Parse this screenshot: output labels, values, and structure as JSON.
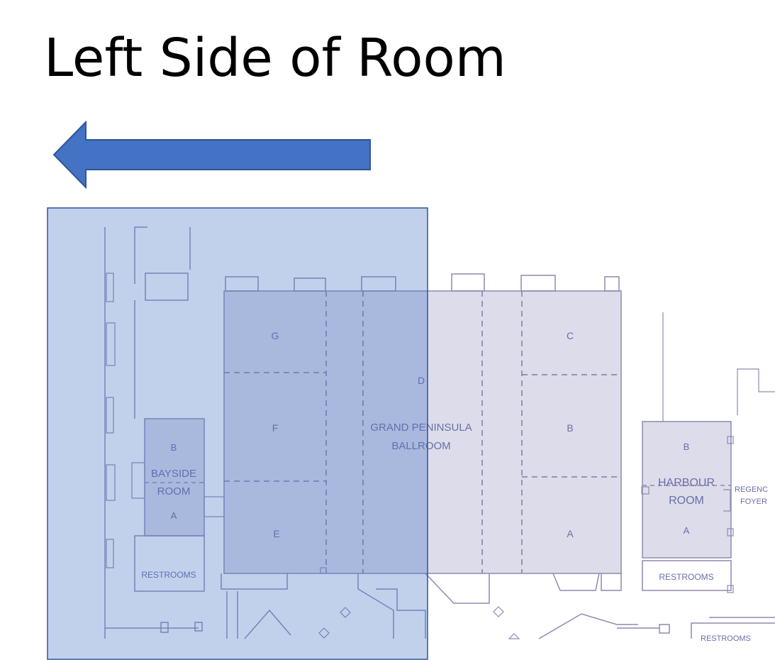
{
  "slide": {
    "title": "Left Side of Room",
    "arrow_color": "#4472c4",
    "highlight_color": "#4472c4",
    "arrow_direction": "left"
  },
  "floor_plan": {
    "ballroom": {
      "name_line1": "GRAND PENINSULA",
      "name_line2": "BALLROOM",
      "sections": {
        "g": "G",
        "f": "F",
        "e": "E",
        "d": "D",
        "c": "C",
        "b": "B",
        "a": "A"
      }
    },
    "bayside": {
      "name_line1": "BAYSIDE",
      "name_line2": "ROOM",
      "section_b": "B",
      "section_a": "A"
    },
    "harbour": {
      "name_line1": "HARBOUR",
      "name_line2": "ROOM",
      "section_b": "B",
      "section_a": "A"
    },
    "regency": {
      "line1": "REGENC",
      "line2": "FOYER"
    },
    "restrooms": {
      "left": "RESTROOMS",
      "right": "RESTROOMS",
      "bottom": "RESTROOMS"
    }
  }
}
